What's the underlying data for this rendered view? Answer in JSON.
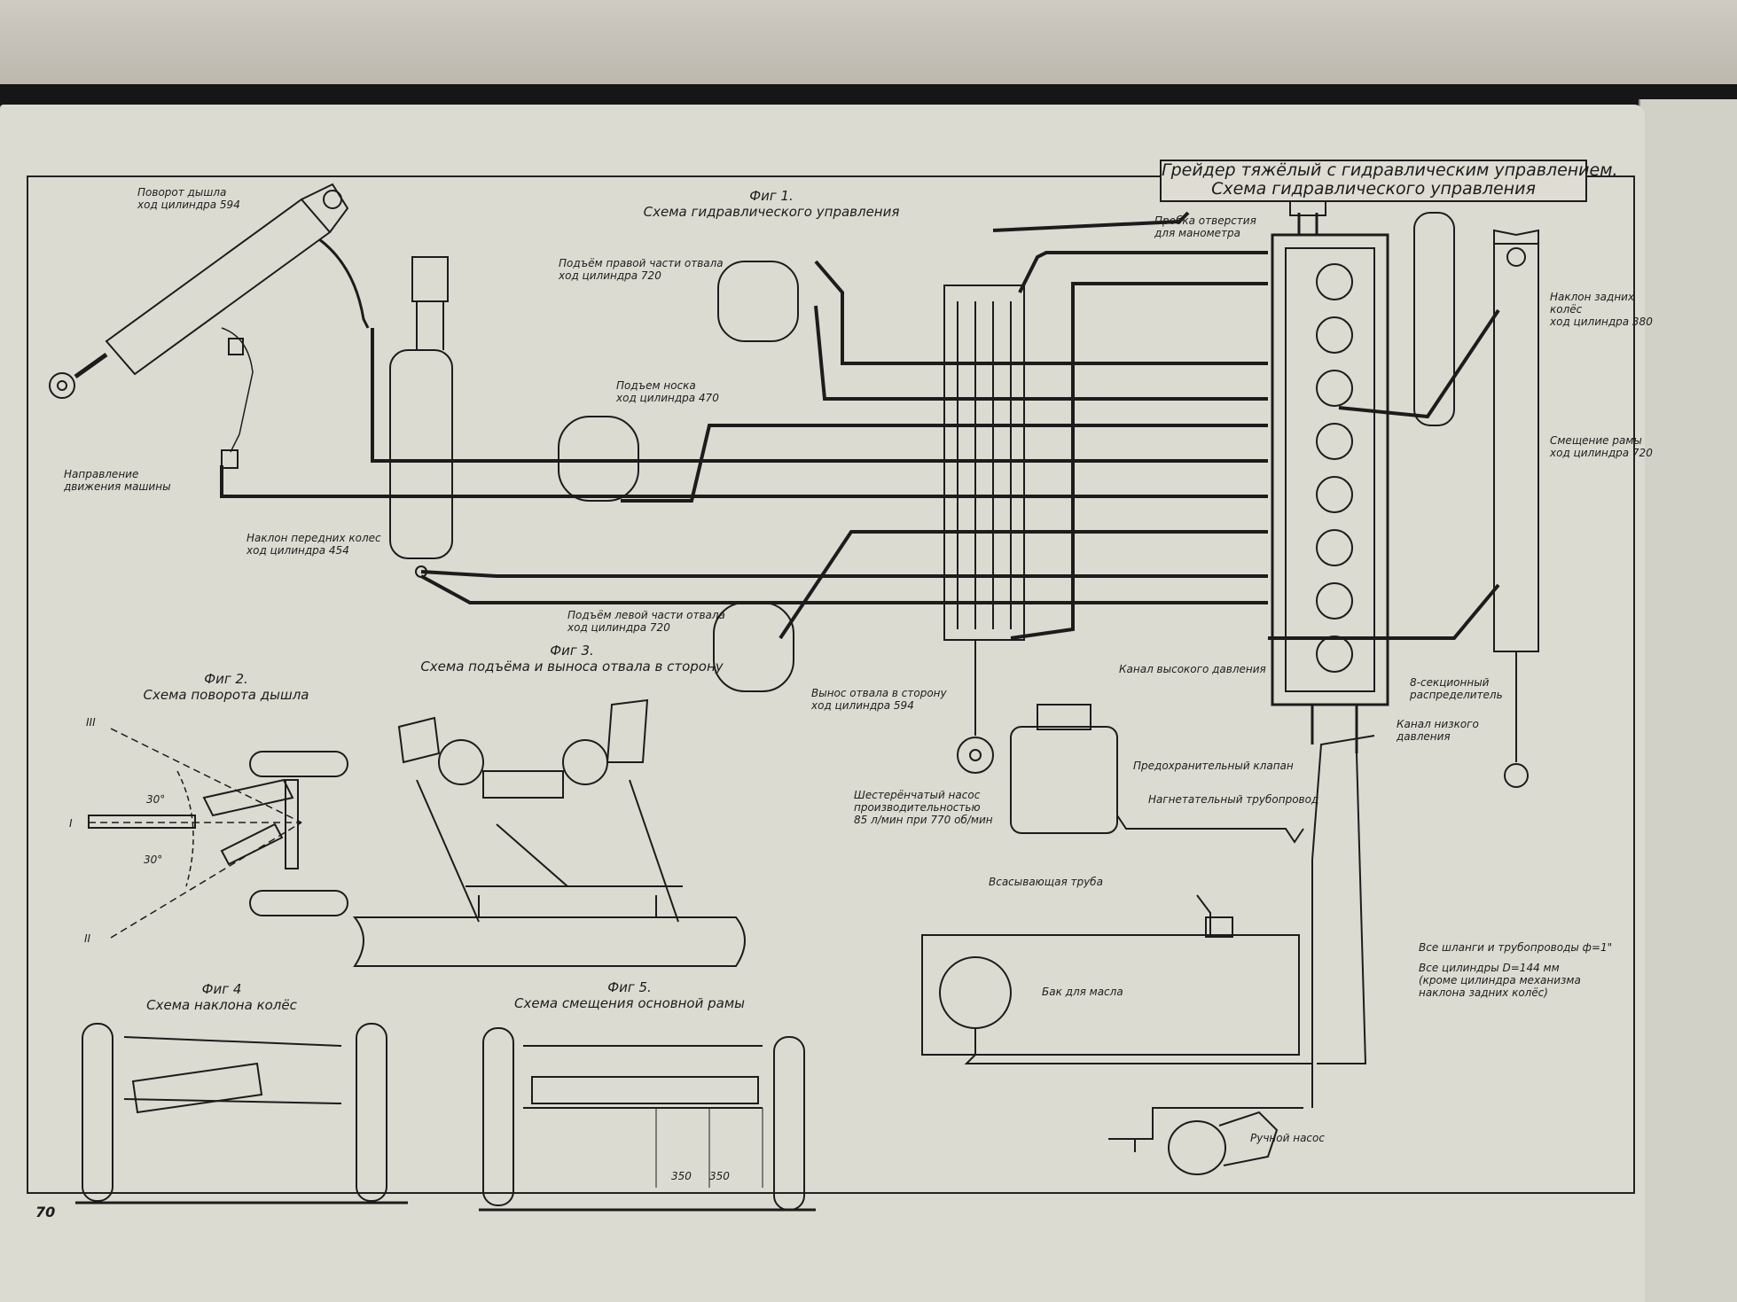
{
  "title_block": {
    "line1": "Грейдер тяжёлый с гидравлическим управлением.",
    "line2": "Схема гидравлического управления"
  },
  "figures": {
    "fig1": "Фиг 1.\nСхема гидравлического управления",
    "fig2": "Фиг 2.\nСхема поворота дышла",
    "fig3": "Фиг 3.\nСхема подъёма и выноса отвала в сторону",
    "fig4": "Фиг 4\nСхема наклона колёс",
    "fig5": "Фиг 5.\nСхема смещения основной рамы"
  },
  "labels": {
    "drawbar_turn": "Поворот дышла\nход цилиндра 594",
    "right_blade_lift": "Подъём правой части отвала\nход цилиндра 720",
    "nose_lift": "Подъем носка\nход цилиндра 470",
    "travel_direction": "Направление\nдвижения машины",
    "front_wheel_tilt": "Наклон передних колес\nход цилиндра 454",
    "left_blade_lift": "Подъём левой части отвала\nход цилиндра 720",
    "blade_sideshift": "Вынос отвала в сторону\nход цилиндра 594",
    "gauge_plug": "Пробка отверстия\nдля манометра",
    "rear_wheel_tilt": "Наклон задних\nколёс\nход цилиндра 380",
    "frame_shift": "Смещение рамы\nход цилиндра 720",
    "high_pressure_channel": "Канал высокого давления",
    "distributor": "8-секционный\nраспределитель",
    "low_pressure_channel": "Канал низкого\nдавления",
    "safety_valve": "Предохранительный клапан",
    "delivery_pipe": "Нагнетательный трубопровод",
    "gear_pump": "Шестерёнчатый насос\nпроизводительностью\n85 л/мин при 770 об/мин",
    "suction_pipe": "Всасывающая труба",
    "oil_tank": "Бак для масла",
    "hand_pump": "Ручной насос",
    "note_hoses": "Все шланги и трубопроводы ф=1\"",
    "note_cylinders": "Все цилиндры D=144 мм\n(кроме цилиндра механизма\nнаклона задних колёс)",
    "angle_30_top": "30°",
    "angle_30_bottom": "30°",
    "pos_I": "I",
    "pos_II": "II",
    "pos_III": "III",
    "dim_350_a": "350",
    "dim_350_b": "350"
  },
  "page_number": "70",
  "colors": {
    "paper": "#dcdbd2",
    "ink": "#1c1c1c",
    "spine": "#161616"
  }
}
